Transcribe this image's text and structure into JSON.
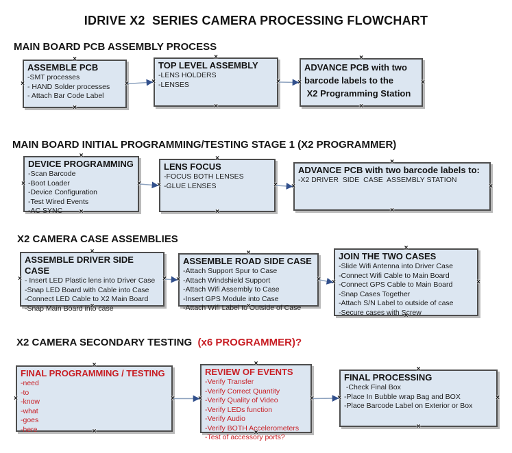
{
  "title": "IDRIVE X2  SERIES CAMERA PROCESSING FLOWCHART",
  "colors": {
    "box_fill": "#dce6f1",
    "box_border": "#4d4d4d",
    "red": "#c81e24",
    "arrow_line": "#8ea3bf",
    "arrow_head": "#32508c"
  },
  "icons": {
    "connection_anchor": "×",
    "arrow_head": "solid-right-triangle"
  },
  "sections": [
    {
      "heading": "MAIN BOARD PCB ASSEMBLY PROCESS",
      "boxes": [
        {
          "title": "ASSEMBLE PCB",
          "lines": [
            "-SMT processes",
            "- HAND Solder processes",
            "- Attach Bar Code Label"
          ]
        },
        {
          "title": "TOP LEVEL ASSEMBLY",
          "lines": [
            "-LENS HOLDERS",
            "-LENSES"
          ]
        },
        {
          "title": "",
          "lines": [
            "ADVANCE PCB with two",
            "barcode labels to the",
            " X2 Programming Station"
          ]
        }
      ]
    },
    {
      "heading": "MAIN BOARD INITIAL PROGRAMMING/TESTING STAGE 1 (X2 PROGRAMMER)",
      "boxes": [
        {
          "title": "DEVICE PROGRAMMING",
          "lines": [
            "-Scan Barcode",
            "-Boot Loader",
            "-Device Configuration",
            "-Test Wired Events",
            "-AC SYNC"
          ]
        },
        {
          "title": "LENS FOCUS",
          "lines": [
            "-FOCUS BOTH LENSES",
            "-GLUE LENSES"
          ]
        },
        {
          "title": "ADVANCE PCB with two barcode labels to:",
          "lines": [
            "-X2 DRIVER  SIDE  CASE  ASSEMBLY STATION"
          ]
        }
      ]
    },
    {
      "heading": "X2 CAMERA CASE ASSEMBLIES",
      "boxes": [
        {
          "title": "ASSEMBLE DRIVER SIDE CASE",
          "lines": [
            "- Insert LED Plastic lens into Driver Case",
            "-Snap LED Board with Cable into Case",
            "-Connect LED Cable to X2 Main Board",
            "-Snap Main Board into case"
          ]
        },
        {
          "title": "ASSEMBLE ROAD SIDE CASE",
          "lines": [
            "-Attach Support Spur to Case",
            "-Attach Windshield Support",
            "-Attach Wifi Assembly to Case",
            "-Insert GPS Module into Case",
            "-Attach Wifi Label to Outside of Case"
          ]
        },
        {
          "title": "JOIN THE TWO CASES",
          "lines": [
            "-Slide Wifi Antenna into Driver Case",
            "-Connect Wifi Cable to Main Board",
            "-Connect GPS Cable to Main Board",
            "-Snap Cases Together",
            "-Attach S/N Label to outside of case",
            "-Secure cases with Screw"
          ]
        }
      ]
    },
    {
      "heading": "X2 CAMERA SECONDARY TESTING ",
      "heading_red": " (x6 PROGRAMMER)?",
      "boxes": [
        {
          "title": "FINAL PROGRAMMING / TESTING",
          "lines": [
            "-need",
            "-to",
            "-know",
            "-what",
            "-goes",
            "-here"
          ]
        },
        {
          "title": "REVIEW OF EVENTS",
          "lines": [
            "-Verify Transfer",
            "-Verify Correct Quantity",
            "-Verify Quality of Video",
            "-Verify LEDs function",
            "-Verify Audio",
            "-Verify BOTH Accelerometers",
            "-Test of accessory ports?"
          ]
        },
        {
          "title": "FINAL PROCESSING",
          "lines": [
            " -Check Final Box",
            "-Place In Bubble wrap Bag and BOX",
            "-Place Barcode Label on Exterior or Box"
          ]
        }
      ]
    }
  ]
}
